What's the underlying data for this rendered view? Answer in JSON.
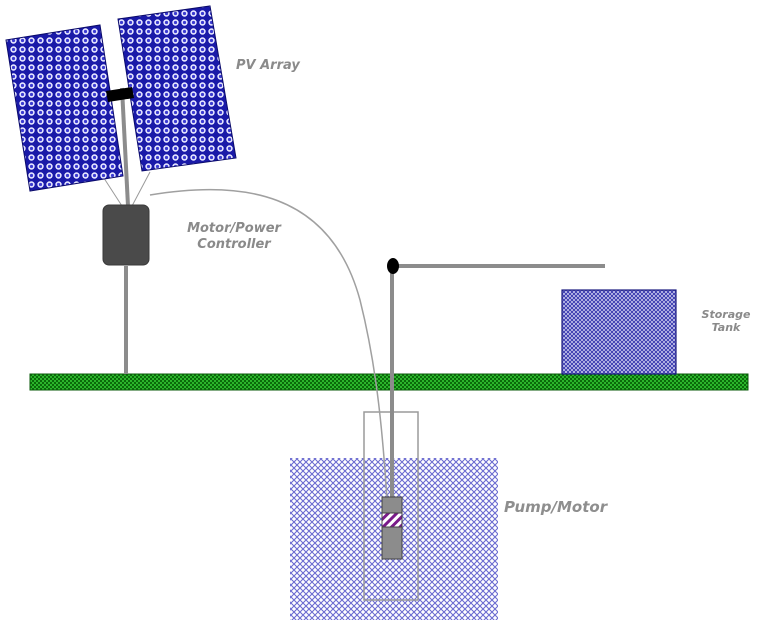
{
  "labels": {
    "pv_array": "PV Array",
    "controller_line1": "Motor/Power",
    "controller_line2": "Controller",
    "tank_line1": "Storage",
    "tank_line2": "Tank",
    "pump_motor": "Pump/Motor"
  },
  "colors": {
    "panel_blue": "#1a1aa8",
    "panel_dot": "#e6e6ff",
    "ground_green": "#2bb52b",
    "ground_dark": "#0a6a0a",
    "well_blue": "#6b6bd0",
    "tank_blue": "#5050b8",
    "pipe_gray": "#8c8c8c",
    "controller_gray": "#4a4a4a",
    "pump_stripe": "#7a1a8a",
    "label_gray": "#8a8a8a"
  }
}
